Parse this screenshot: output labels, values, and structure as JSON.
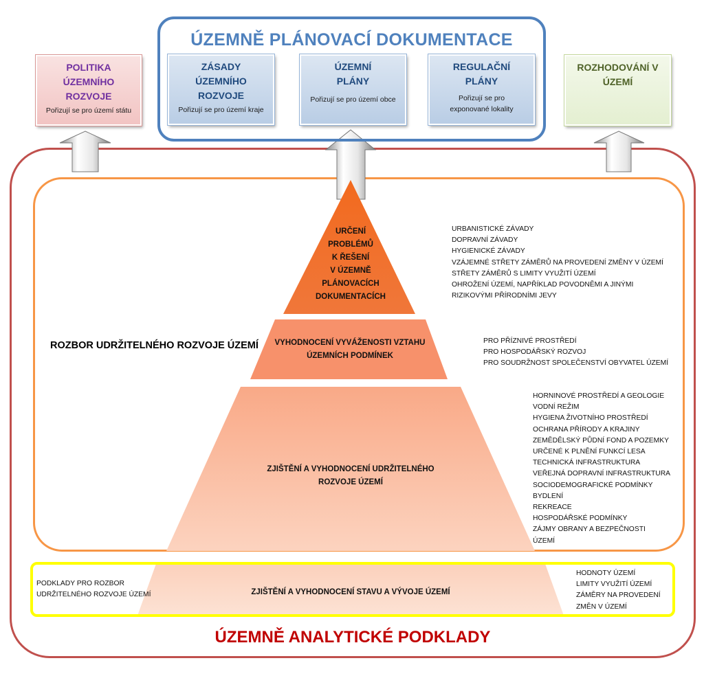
{
  "upd": {
    "title": "ÚZEMNĚ PLÁNOVACÍ DOKUMENTACE",
    "boxes": [
      {
        "title_lines": [
          "ZÁSADY",
          "ÚZEMNÍHO",
          "ROZVOJE"
        ],
        "sub": "Pořizují se pro území kraje"
      },
      {
        "title_lines": [
          "ÚZEMNÍ",
          "PLÁNY"
        ],
        "sub": "Pořizují se pro území obce"
      },
      {
        "title_lines": [
          "REGULAČNÍ",
          "PLÁNY"
        ],
        "sub_lines": [
          "Pořizují se pro",
          "exponované lokality"
        ]
      }
    ]
  },
  "politika": {
    "title_lines": [
      "POLITIKA",
      "ÚZEMNÍHO",
      "ROZVOJE"
    ],
    "sub": "Pořizují se pro území státu"
  },
  "rozhodovani": {
    "title_lines": [
      "ROZHODOVÁNÍ V",
      "ÚZEMÍ"
    ]
  },
  "uap_title": "ÚZEMNĚ ANALYTICKÉ PODKLADY",
  "rur_label": "ROZBOR UDRŽITELNÉHO ROZVOJE ÚZEMÍ",
  "pyramid": {
    "level1": {
      "lines": [
        "URČENÍ",
        "PROBLÉMŮ",
        "K ŘEŠENÍ",
        "V ÚZEMNĚ",
        "PLÁNOVACÍCH",
        "DOKUMENTACÍCH"
      ],
      "list": [
        "URBANISTICKÉ ZÁVADY",
        "DOPRAVNÍ ZÁVADY",
        "HYGIENICKÉ ZÁVADY",
        "VZÁJEMNÉ STŘETY ZÁMĚRŮ NA PROVEDENÍ ZMĚNY V ÚZEMÍ",
        "STŘETY ZÁMĚRŮ S LIMITY VYUŽITÍ ÚZEMÍ",
        "OHROŽENÍ ÚZEMÍ, NAPŘÍKLAD POVODNĚMI A JINÝMI",
        "RIZIKOVÝMI PŘÍRODNÍMI JEVY"
      ]
    },
    "level2": {
      "lines": [
        "VYHODNOCENÍ VYVÁŽENOSTI VZTAHU",
        "ÚZEMNÍCH PODMÍNEK"
      ],
      "list": [
        "PRO PŘÍZNIVÉ PROSTŘEDÍ",
        "PRO HOSPODÁŘSKÝ ROZVOJ",
        "PRO SOUDRŽNOST SPOLEČENSTVÍ OBYVATEL ÚZEMÍ"
      ]
    },
    "level3": {
      "lines": [
        "ZJIŠTĚNÍ A VYHODNOCENÍ UDRŽITELNÉHO",
        "ROZVOJE ÚZEMÍ"
      ],
      "list": [
        "HORNINOVÉ PROSTŘEDÍ A GEOLOGIE",
        "VODNÍ REŽIM",
        "HYGIENA ŽIVOTNÍHO PROSTŘEDÍ",
        "OCHRANA PŘÍRODY A KRAJINY",
        "ZEMĚDĚLSKÝ PŮDNÍ FOND A POZEMKY",
        "URČENÉ K PLNĚNÍ FUNKCÍ LESA",
        "TECHNICKÁ INFRASTRUKTURA",
        "VEŘEJNÁ DOPRAVNÍ INFRASTRUKTURA",
        "SOCIODEMOGRAFICKÉ PODMÍNKY",
        "BYDLENÍ",
        "REKREACE",
        "HOSPODÁŘSKÉ PODMÍNKY",
        "ZÁJMY OBRANY A BEZPEČNOSTI",
        "ÚZEMÍ"
      ]
    },
    "level4": {
      "label": "ZJIŠTĚNÍ A VYHODNOCENÍ STAVU A VÝVOJE ÚZEMÍ",
      "left_lines": [
        "PODKLADY PRO ROZBOR",
        "UDRŽITELNÉHO ROZVOJE ÚZEMÍ"
      ],
      "list": [
        "HODNOTY ÚZEMÍ",
        "LIMITY VYUŽITÍ ÚZEMÍ",
        "ZÁMĚRY NA PROVEDENÍ",
        "ZMĚN V ÚZEMÍ"
      ]
    }
  },
  "colors": {
    "level1": "#f36b21",
    "level2": "#f8916a",
    "level3": "#fbbfa4",
    "level4": "#fcd8c5",
    "uap_frame": "#c0504d",
    "rur_frame": "#f79646",
    "podklady_frame": "#ffff00",
    "upd_frame": "#4f81bd"
  }
}
